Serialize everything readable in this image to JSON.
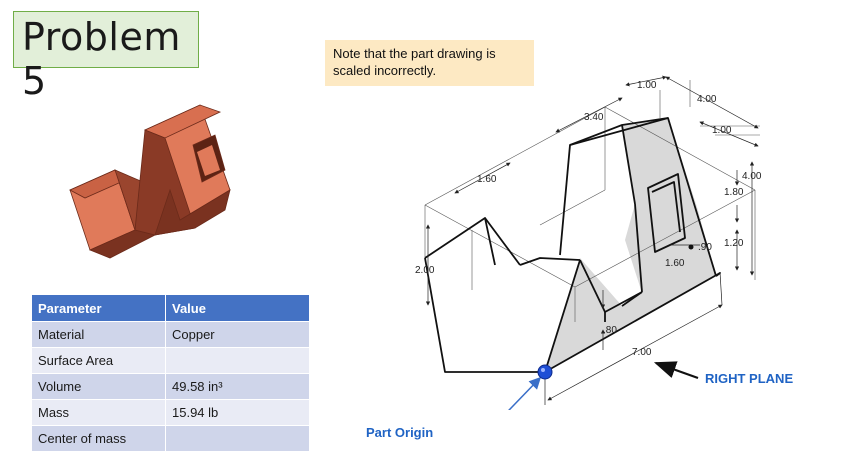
{
  "title": "Problem 5",
  "note": {
    "line1": "Note that the part drawing is",
    "line2": "scaled incorrectly."
  },
  "table": {
    "headers": [
      "Parameter",
      "Value"
    ],
    "rows": [
      {
        "param": "Material",
        "value": "Copper"
      },
      {
        "param": "Surface Area",
        "value": ""
      },
      {
        "param": "Volume",
        "value": "49.58 in³"
      },
      {
        "param": "Mass",
        "value": "15.94 lb"
      },
      {
        "param": "Center of mass",
        "value": ""
      }
    ]
  },
  "drawing": {
    "dimensions": {
      "d100_top": "1.00",
      "d400_top": "4.00",
      "d340": "3.40",
      "d100_right": "1.00",
      "d160_left": "1.60",
      "d400_right": "4.00",
      "d180": "1.80",
      "d090": ".90",
      "d120": "1.20",
      "d160_hole": "1.60",
      "d200": "2.00",
      "d080": ".80",
      "d700": "7.00"
    },
    "right_plane_label": "RIGHT PLANE",
    "part_origin_label": "Part Origin"
  },
  "colors": {
    "title_bg": "#e2efd9",
    "note_bg": "#fde9c3",
    "table_header": "#4472c4",
    "label_blue": "#1f63c4",
    "copper_light": "#e07a5a",
    "copper_dark": "#8a3a26",
    "plane_gray": "#d9d9d9"
  }
}
